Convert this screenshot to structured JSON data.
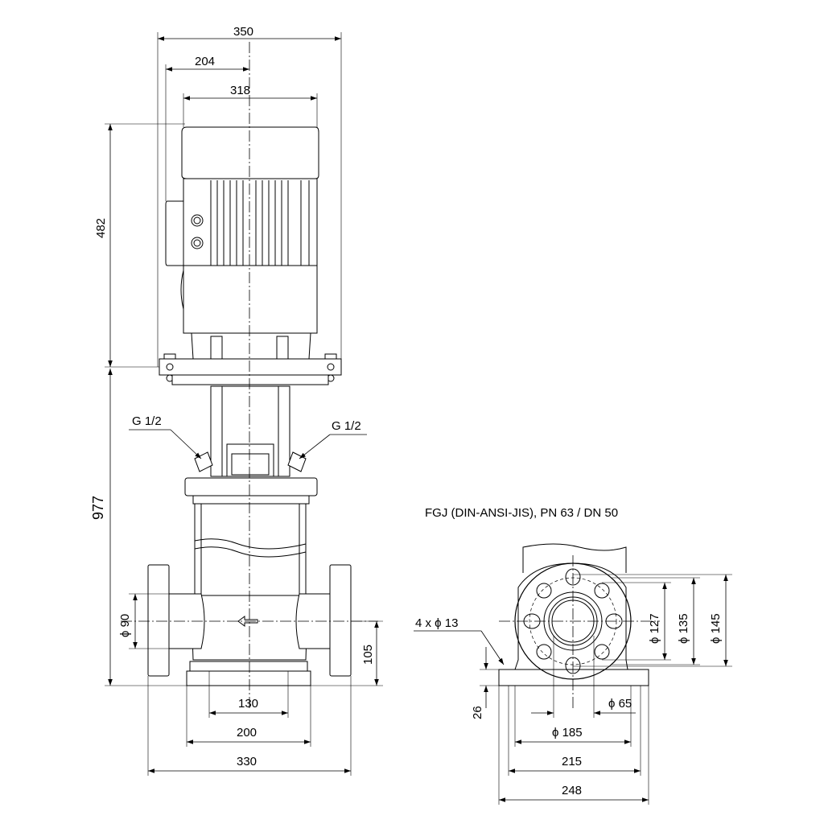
{
  "labels": {
    "standard": "FGJ (DIN-ANSI-JIS), PN 63 / DN 50",
    "port_left": "G 1/2",
    "port_right": "G 1/2",
    "bolts": "4 x ϕ 13"
  },
  "dimensions": {
    "width_top": "350",
    "offset_204": "204",
    "motor_318": "318",
    "motor_height": "482",
    "pump_height": "977",
    "pipe_dia_90": "ϕ 90",
    "height_105": "105",
    "base_130": "130",
    "base_200": "200",
    "base_330": "330",
    "flange_26": "26",
    "pcd_127": "ϕ 127",
    "pcd_135": "ϕ 135",
    "pcd_145": "ϕ 145",
    "bore_65": "ϕ 65",
    "flange_185": "ϕ 185",
    "flange_215": "215",
    "flange_248": "248"
  },
  "colors": {
    "line": "#000000",
    "background": "#ffffff"
  }
}
